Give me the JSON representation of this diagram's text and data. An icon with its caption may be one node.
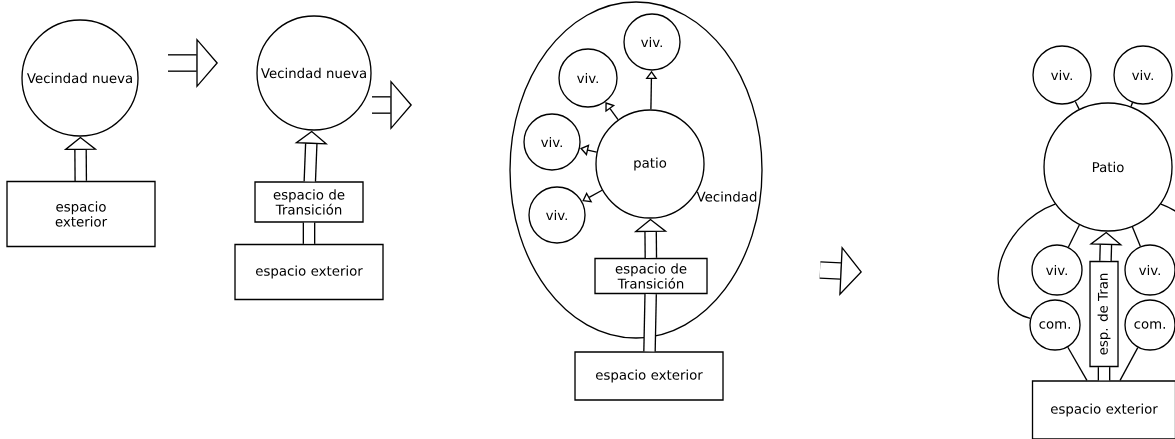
{
  "diagram": {
    "nodes": [
      {
        "text": [
          "Vecindad nueva"
        ]
      },
      {
        "text": [
          "espacio exterior"
        ]
      },
      {
        "text": [
          "Vecindad nueva"
        ]
      },
      {
        "text": [
          "espacio de Transición"
        ]
      },
      {
        "text": [
          "espacio exterior"
        ]
      },
      {
        "text": [
          "Vecindad"
        ]
      },
      {
        "text": [
          "viv."
        ],
        "in": 5
      },
      {
        "text": [
          "viv."
        ],
        "in": 5
      },
      {
        "text": [
          "viv."
        ],
        "in": 5
      },
      {
        "text": [
          "viv."
        ],
        "in": 5
      },
      {
        "text": [
          "patio"
        ],
        "in": 5
      },
      {
        "text": [
          "espacio de Transición"
        ],
        "in": 5
      },
      {
        "text": [
          "espacio exterior"
        ]
      },
      {
        "text": [
          "viv."
        ]
      },
      {
        "text": [
          "viv."
        ]
      },
      {
        "text": [
          "Patio"
        ]
      },
      {
        "text": [
          "viv."
        ]
      },
      {
        "text": [
          "viv."
        ]
      },
      {
        "text": [
          "com."
        ]
      },
      {
        "text": [
          "com."
        ]
      },
      {
        "text": [
          "esp. de Tran"
        ]
      },
      {
        "text": [
          "espacio exterior"
        ]
      }
    ],
    "edges": [
      {
        "from": 1,
        "to": 0,
        "arrow": "to",
        "style": "thick"
      },
      {
        "from": 4,
        "to": 3,
        "arrow": "none",
        "style": "thick"
      },
      {
        "from": 3,
        "to": 2,
        "arrow": "to",
        "style": "thick"
      },
      {
        "from": 12,
        "to": 11,
        "arrow": "none",
        "style": "thick"
      },
      {
        "from": 11,
        "to": 10,
        "arrow": "to",
        "style": "thick"
      },
      {
        "from": 10,
        "to": 6,
        "arrow": "to"
      },
      {
        "from": 10,
        "to": 7,
        "arrow": "to"
      },
      {
        "from": 10,
        "to": 8,
        "arrow": "to"
      },
      {
        "from": 10,
        "to": 9,
        "arrow": "to"
      },
      {
        "from": 15,
        "to": 13,
        "arrow": "none"
      },
      {
        "from": 15,
        "to": 14,
        "arrow": "none"
      },
      {
        "from": 15,
        "to": 16,
        "arrow": "none"
      },
      {
        "from": 15,
        "to": 17,
        "arrow": "none"
      },
      {
        "from": 15,
        "to": 18,
        "arrow": "none"
      },
      {
        "from": 15,
        "to": 19,
        "arrow": "none"
      },
      {
        "from": 18,
        "to": 21,
        "arrow": "none"
      },
      {
        "from": 19,
        "to": 21,
        "arrow": "none"
      },
      {
        "from": 21,
        "to": 20,
        "arrow": "none",
        "style": "thick"
      },
      {
        "from": 20,
        "to": 15,
        "arrow": "to",
        "style": "thick"
      }
    ]
  }
}
